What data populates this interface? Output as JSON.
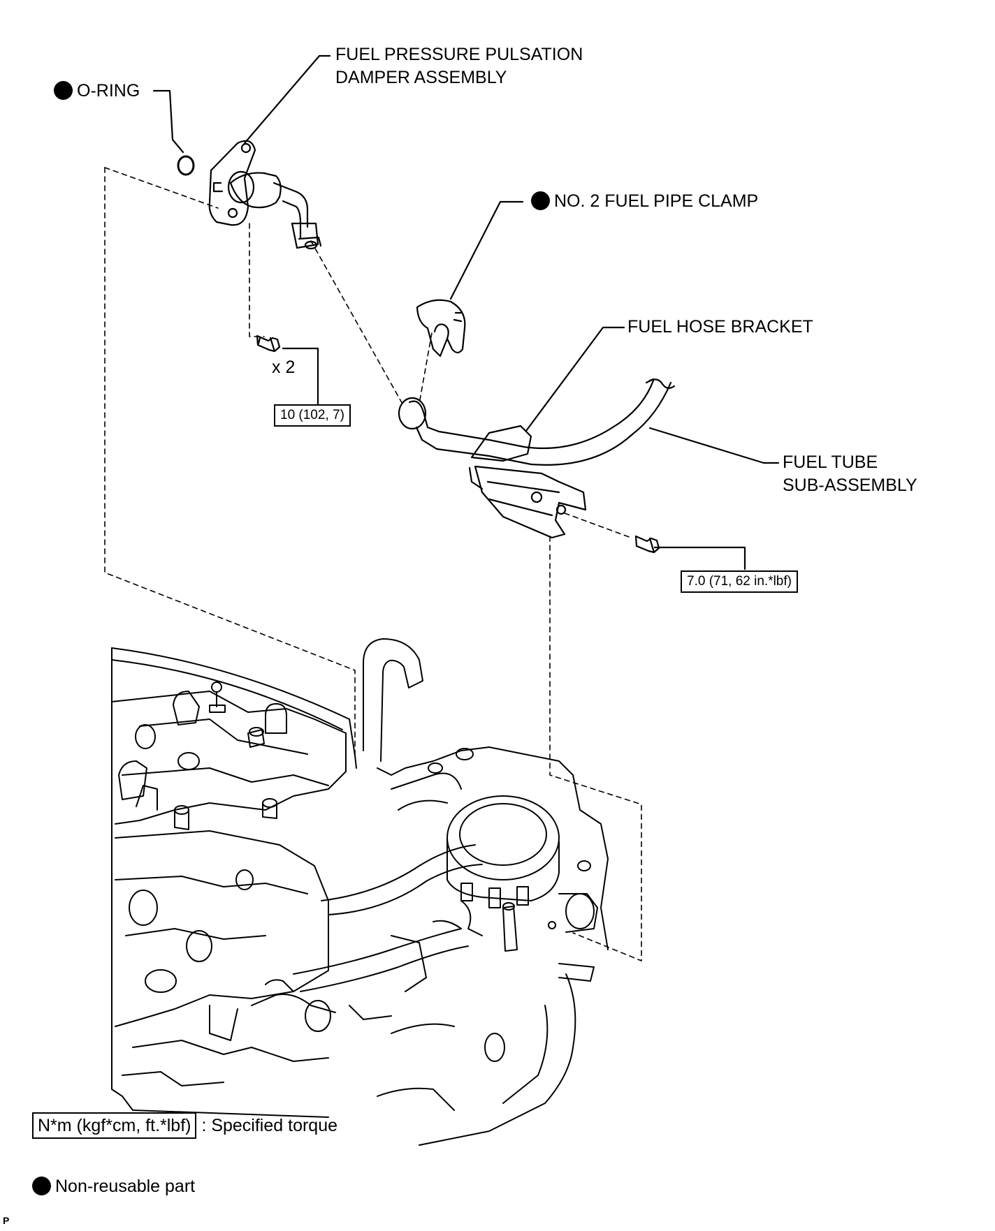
{
  "parts": {
    "damper_line1": "FUEL PRESSURE PULSATION",
    "damper_line2": "DAMPER ASSEMBLY",
    "o_ring": "O-RING",
    "clamp": "NO. 2 FUEL PIPE CLAMP",
    "bracket": "FUEL HOSE BRACKET",
    "tube_line1": "FUEL TUBE",
    "tube_line2": "SUB-ASSEMBLY"
  },
  "fasteners": {
    "damper_bolt_qty": "x 2",
    "damper_bolt_torque": "10 (102, 7)",
    "bracket_bolt_torque": "7.0 (71, 62 in.*lbf)"
  },
  "legend": {
    "torque_units": "N*m (kgf*cm, ft.*lbf)",
    "torque_desc": ": Specified torque",
    "non_reusable": "Non-reusable part"
  },
  "corner_mark": "P"
}
